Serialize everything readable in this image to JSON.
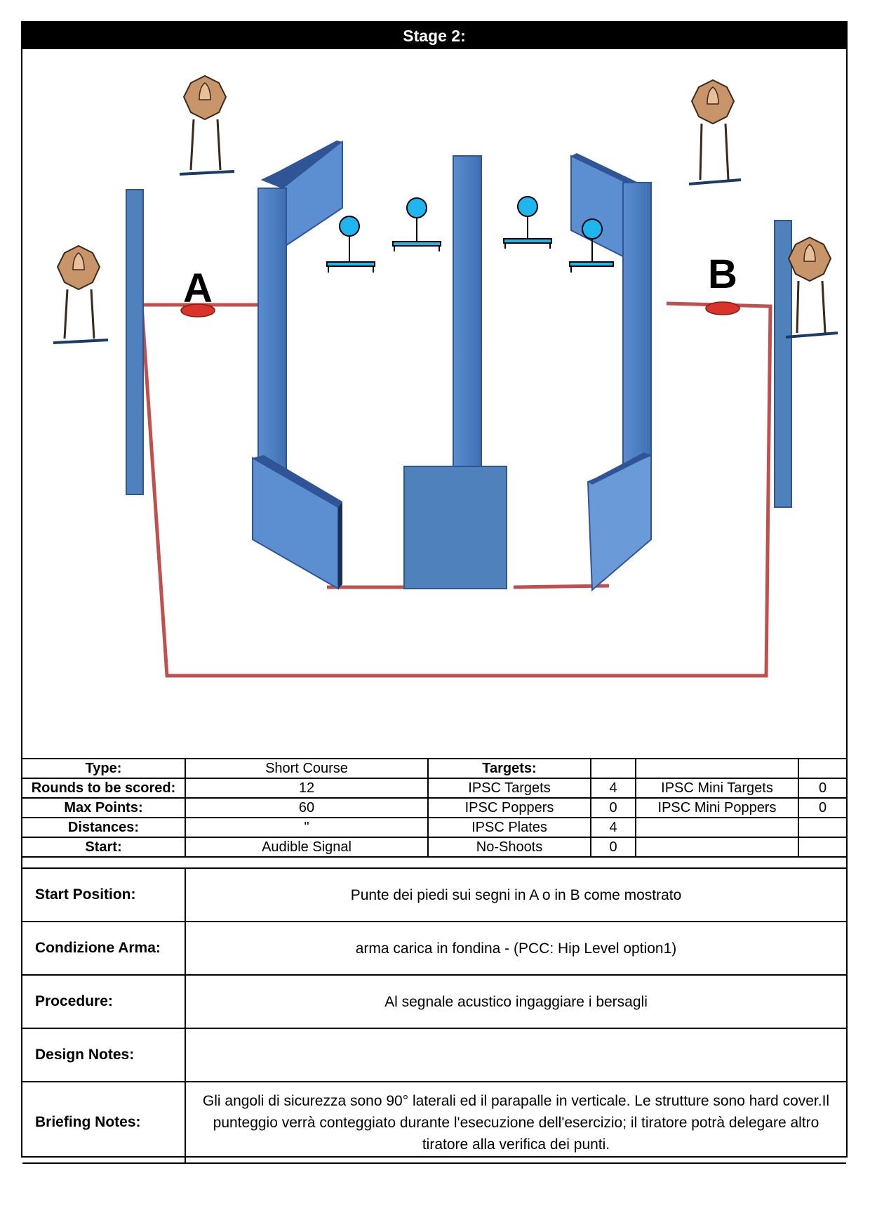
{
  "stage_title": "Stage 2:",
  "diagram": {
    "marker_a": "A",
    "marker_b": "B",
    "colors": {
      "wall": "#4f81bd",
      "wall_side": "#2f5597",
      "fault_line": "#c0504d",
      "start_marker": "#d9342b",
      "popper": "#1fb6f0",
      "steel_target": "#c8956b"
    }
  },
  "info": {
    "type_label": "Type:",
    "type_value": "Short Course",
    "rounds_label": "Rounds to be scored:",
    "rounds_value": "12",
    "max_points_label": "Max Points:",
    "max_points_value": "60",
    "distances_label": "Distances:",
    "distances_value": "\"",
    "start_label": "Start:",
    "start_value": "Audible Signal",
    "targets_header": "Targets:",
    "targets": [
      {
        "name": "IPSC Targets",
        "count": "4"
      },
      {
        "name": "IPSC Poppers",
        "count": "0"
      },
      {
        "name": "IPSC Plates",
        "count": "4"
      },
      {
        "name": "No-Shoots",
        "count": "0"
      }
    ],
    "mini_targets": [
      {
        "name": "IPSC Mini Targets",
        "count": "0"
      },
      {
        "name": "IPSC Mini Poppers",
        "count": "0"
      }
    ]
  },
  "notes": {
    "start_position_label": "Start Position:",
    "start_position_value": "Punte dei piedi  sui segni  in A o in  B come mostrato",
    "condizione_label": "Condizione Arma:",
    "condizione_value": "arma carica in fondina - (PCC: Hip Level option1)",
    "procedure_label": "Procedure:",
    "procedure_value": "Al segnale acustico ingaggiare i bersagli",
    "design_label": "Design Notes:",
    "design_value": "",
    "briefing_label": "Briefing Notes:",
    "briefing_value": "Gli angoli di sicurezza sono 90° laterali ed il parapalle in verticale. Le strutture sono hard cover.Il punteggio verrà conteggiato durante l'esecuzione dell'esercizio; il tiratore potrà delegare altro tiratore alla verifica  dei punti."
  }
}
